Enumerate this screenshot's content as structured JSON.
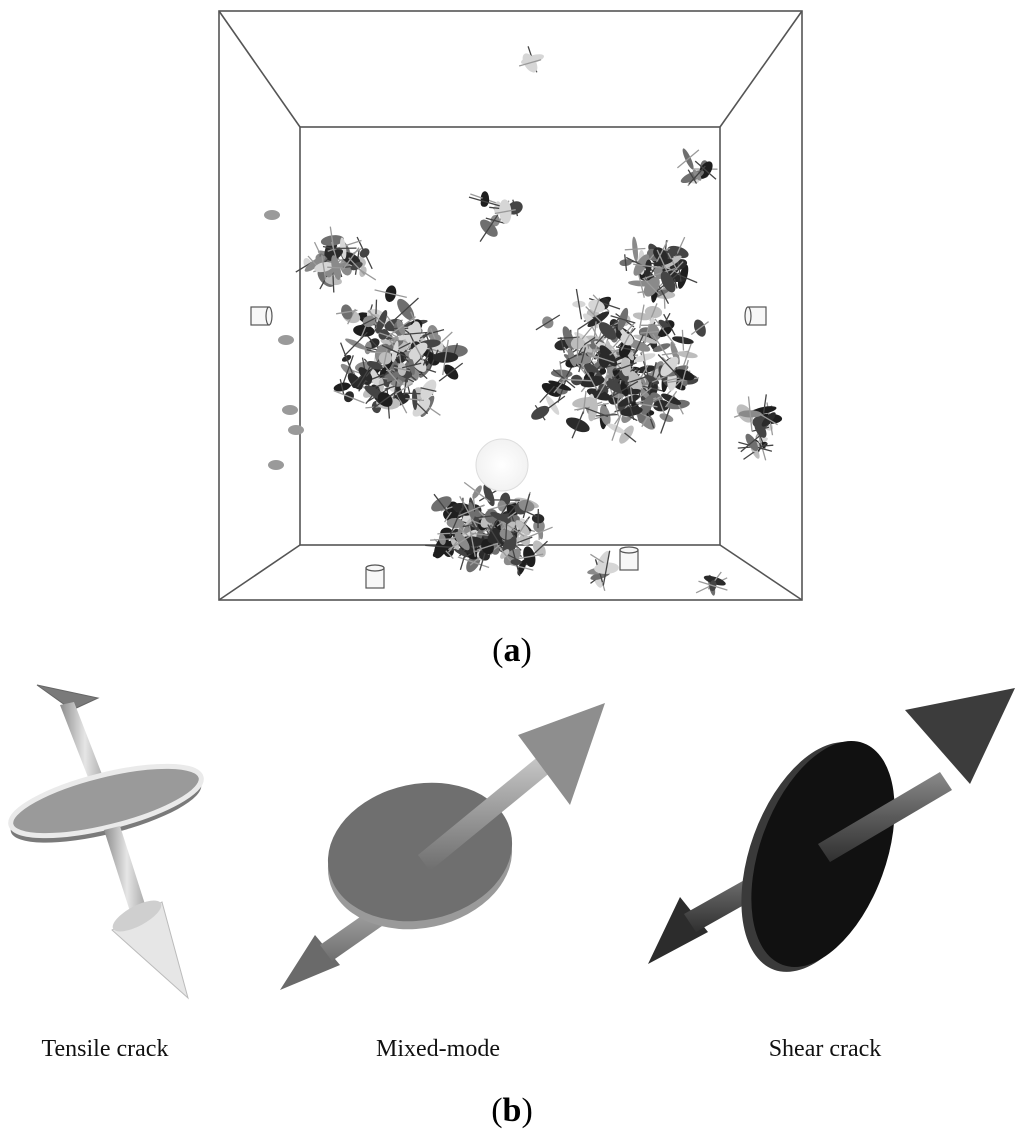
{
  "figure": {
    "panel_a": {
      "label": "a"
    },
    "panel_b": {
      "label": "b"
    }
  },
  "legend": {
    "items": [
      {
        "label": "Tensile crack",
        "icon": "tensile-crack-icon"
      },
      {
        "label": "Mixed-mode",
        "icon": "mixed-mode-icon"
      },
      {
        "label": "Shear crack",
        "icon": "shear-crack-icon"
      }
    ]
  },
  "colors": {
    "tensile": "#bdbdbd",
    "mixed": "#6f6f6f",
    "shear": "#1e1e1e",
    "frame": "#555555"
  }
}
